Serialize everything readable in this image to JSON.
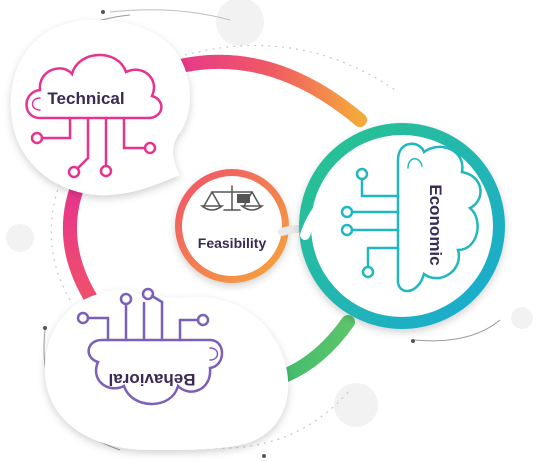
{
  "center": {
    "label": "Feasibility",
    "icon": "balance-scale-icon"
  },
  "nodes": [
    {
      "id": "technical",
      "label": "Technical",
      "icon": "cloud-circuit-icon",
      "color": "#e6338f"
    },
    {
      "id": "economic",
      "label": "Economic",
      "icon": "cloud-circuit-icon",
      "color": "#1fb8bf"
    },
    {
      "id": "behavioral",
      "label": "Behavioral",
      "icon": "cloud-circuit-icon",
      "color": "#7b5fb8"
    }
  ],
  "colors": {
    "ring_magenta": "#e6338f",
    "ring_orange": "#f39a3a",
    "ring_green": "#2bb673",
    "ring_teal": "#1fb8bf",
    "text": "#3a2a55"
  }
}
